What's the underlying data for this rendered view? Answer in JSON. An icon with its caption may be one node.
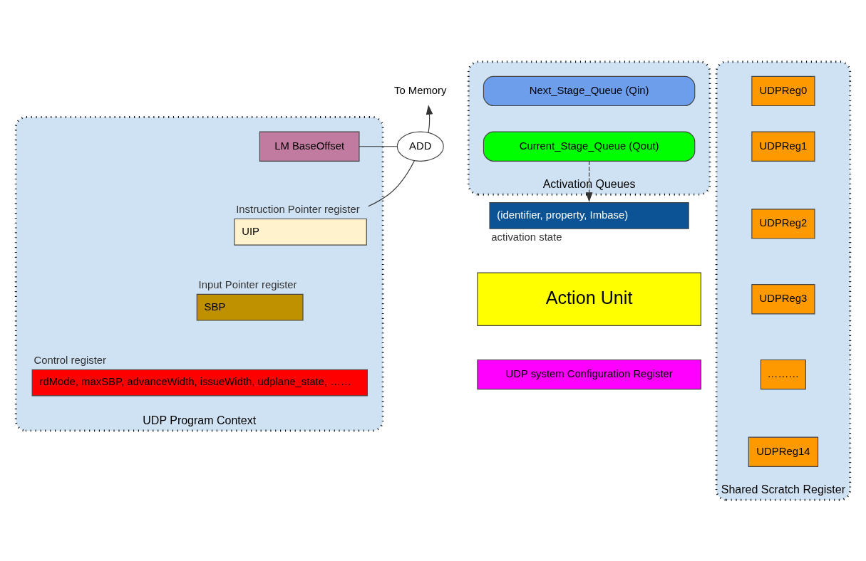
{
  "diagram": {
    "nodes": [
      {
        "text": [
          "UDP Program Context"
        ]
      },
      {
        "text": [
          "LM BaseOffset"
        ],
        "in": 0
      },
      {
        "text": [
          "UIP"
        ],
        "in": 0,
        "beside": [
          "Instruction Pointer register"
        ]
      },
      {
        "text": [
          "SBP"
        ],
        "in": 0,
        "beside": [
          "Input Pointer register"
        ]
      },
      {
        "text": [
          "rdMode, maxSBP, advanceWidth, issueWidth, udplane_state, ……"
        ],
        "in": 0,
        "beside": [
          "Control register"
        ]
      },
      {
        "text": [
          "ADD"
        ]
      },
      {
        "text": [
          "To Memory"
        ]
      },
      {
        "text": [
          "Activation Queues"
        ]
      },
      {
        "text": [
          "Next_Stage_Queue (Qin)"
        ],
        "in": 7
      },
      {
        "text": [
          "Current_Stage_Queue (Qout)"
        ],
        "in": 7
      },
      {
        "text": [
          "(identifier, property, Imbase)"
        ],
        "beside": [
          "activation state"
        ]
      },
      {
        "text": [
          "Action Unit"
        ]
      },
      {
        "text": [
          "UDP system Configuration Register"
        ]
      },
      {
        "text": [
          "Shared Scratch Register"
        ]
      },
      {
        "text": [
          "UDPReg0"
        ],
        "in": 13
      },
      {
        "text": [
          "UDPReg1"
        ],
        "in": 13
      },
      {
        "text": [
          "UDPReg2"
        ],
        "in": 13
      },
      {
        "text": [
          "UDPReg3"
        ],
        "in": 13
      },
      {
        "text": [
          "………"
        ],
        "in": 13
      },
      {
        "text": [
          "UDPReg14"
        ],
        "in": 13
      }
    ],
    "edges": [
      {
        "from": 1,
        "to": 5,
        "arrow": "none"
      },
      {
        "from": 2,
        "to": 5,
        "arrow": "none"
      },
      {
        "from": 5,
        "to": 6,
        "arrow": "to"
      },
      {
        "from": 9,
        "to": 10,
        "arrow": "to",
        "style": "dashed"
      }
    ]
  }
}
